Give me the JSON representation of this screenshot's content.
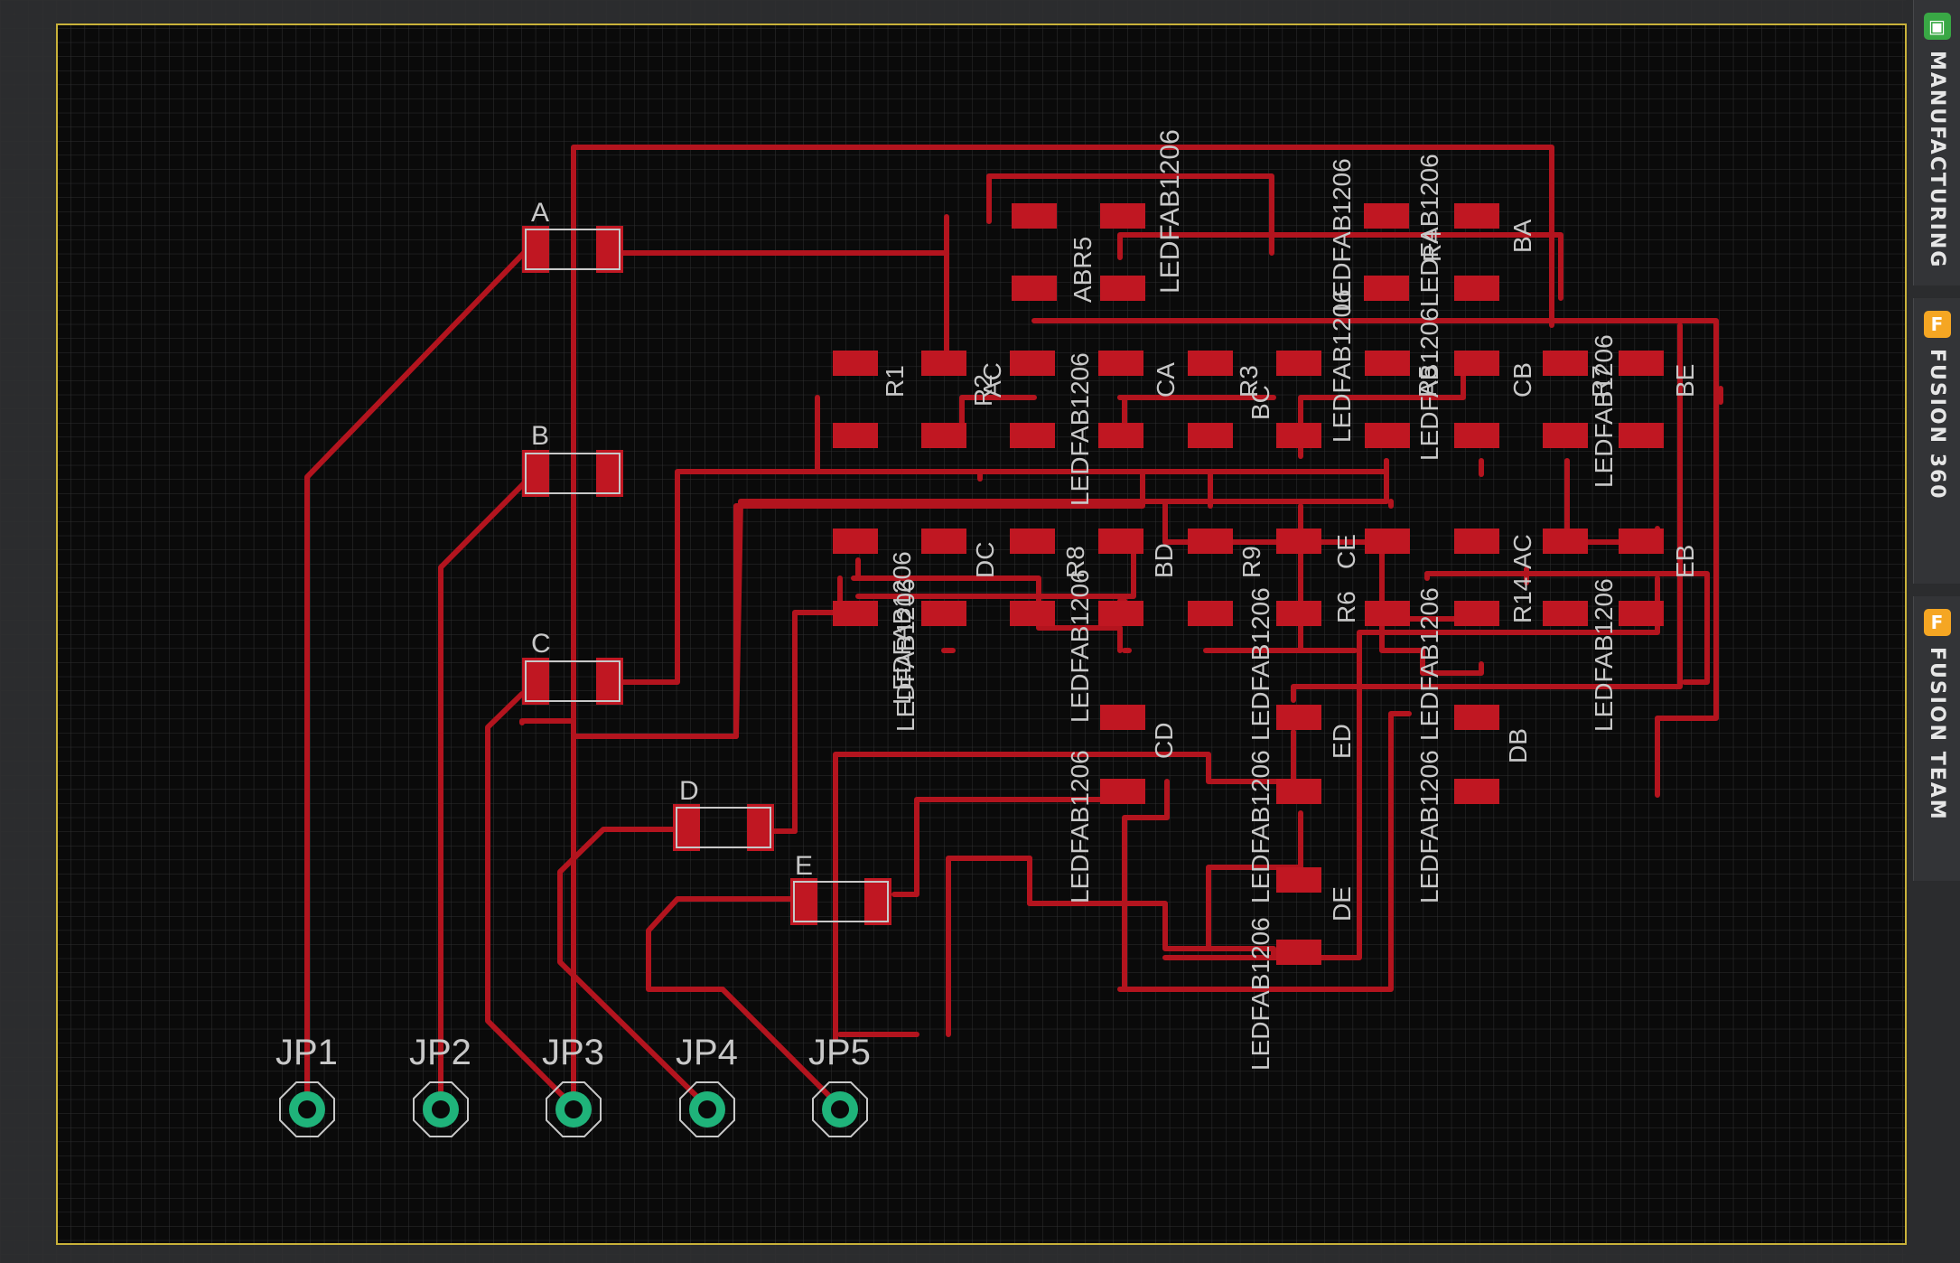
{
  "side_panels": [
    {
      "label": "MANUFACTURING",
      "icon": "manufacturing-chip-icon",
      "color": "#39a845"
    },
    {
      "label": "FUSION 360",
      "icon": "fusion-360-icon",
      "color": "#f5a623"
    },
    {
      "label": "FUSION TEAM",
      "icon": "fusion-team-icon",
      "color": "#f5a623"
    }
  ],
  "colors": {
    "background": "#2b2c2e",
    "board": "#0a0a0a",
    "grid": "#3a3a3a",
    "outline": "#c9b23a",
    "copper": "#b3141e",
    "pad": "#c01722",
    "silk": "#c8c8c8",
    "drill": "#1fb37a"
  },
  "headers": [
    "JP1",
    "JP2",
    "JP3",
    "JP4",
    "JP5"
  ],
  "large_parts": [
    "A",
    "B",
    "C",
    "D",
    "E"
  ],
  "parts": {
    "top_row": [
      "ABR5",
      "LEDFAB1206",
      "LEDFAB1206",
      "R4",
      "LEDFAB1206",
      "BA"
    ],
    "row2": [
      "R1",
      "LEDFAB1206",
      "R2",
      "AC",
      "LEDFAB1206",
      "CA",
      "R3",
      "BC",
      "LEDFAB1206",
      "LEDFAB1206",
      "R5",
      "CB",
      "LEDFAB1206",
      "R7",
      "BE"
    ],
    "row3": [
      "LEDFAB1206",
      "DC",
      "LEDFAB1206",
      "R8",
      "BD",
      "LEDFAB1206",
      "R9",
      "R6",
      "CE",
      "LEDFAB1206",
      "AC",
      "R14",
      "LEDFAB1206",
      "EB"
    ],
    "row4": [
      "LEDFAB1206",
      "CD",
      "LEDFAB1206",
      "ED",
      "LEDFAB1206",
      "DB",
      "LEDFAB1206",
      "DE"
    ]
  }
}
